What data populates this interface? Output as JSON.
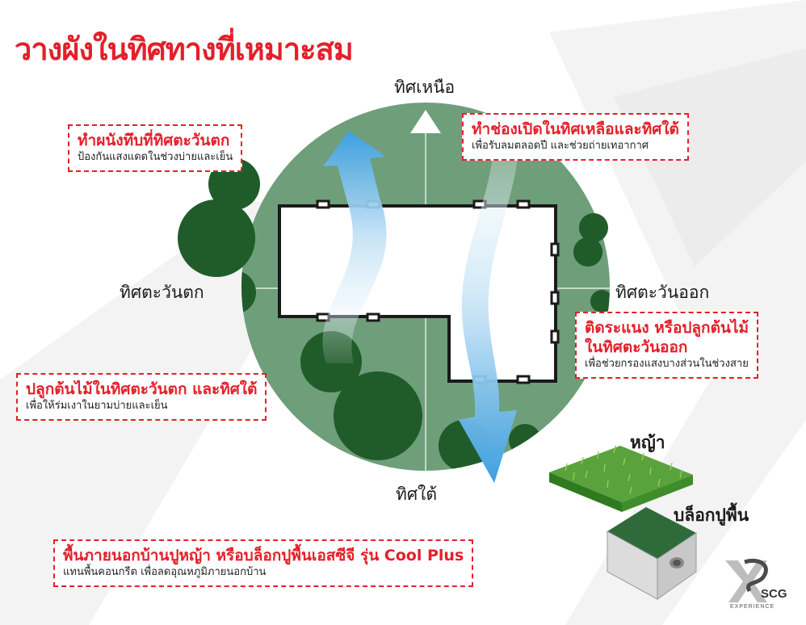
{
  "title": "วางผังในทิศทางที่เหมาะสม",
  "colors": {
    "title_red": "#e3202a",
    "circle_green": "#6f9e7b",
    "tree_green": "#1f5c2a",
    "arrow_blue": "#4aa8e0",
    "callout_border": "#e3202a"
  },
  "directions": {
    "north": "ทิศเหนือ",
    "south": "ทิศใต้",
    "east": "ทิศตะวันออก",
    "west": "ทิศตะวันตก"
  },
  "callouts": {
    "west_wall": {
      "heading": "ทำผนังทึบที่ทิศตะวันตก",
      "sub": "ป้องกันแสงแดดในช่วงบ่ายและเย็น"
    },
    "openings": {
      "heading": "ทำช่องเปิดในทิศเหลือและทิศใต้",
      "sub": "เพื่อรับลมตลอดปี และช่วยถ่ายเทอากาศ"
    },
    "east_shade": {
      "heading_line1": "ติดระแนง หรือปลูกต้นไม้",
      "heading_line2": "ในทิศตะวันออก",
      "sub": "เพื่อช่วยกรองแสงบางส่วนในช่วงสาย"
    },
    "trees": {
      "heading": "ปลูกต้นไม้ในทิศตะวันตก และทิศใต้",
      "sub": "เพื่อให้ร่มเงาในยามบ่ายและเย็น"
    },
    "ground": {
      "heading": "พื้นภายนอกบ้านปูหญ้า หรือบล็อกปูพื้นเอสซีจี รุ่น Cool Plus",
      "sub": "แทนพื้นคอนกรีต เพื่อลดอุณหภูมิภายนอกบ้าน"
    }
  },
  "materials": {
    "grass": "หญ้า",
    "block": "บล็อกปูพื้น"
  },
  "logo": {
    "brand": "SCG",
    "tagline": "EXPERIENCE"
  }
}
